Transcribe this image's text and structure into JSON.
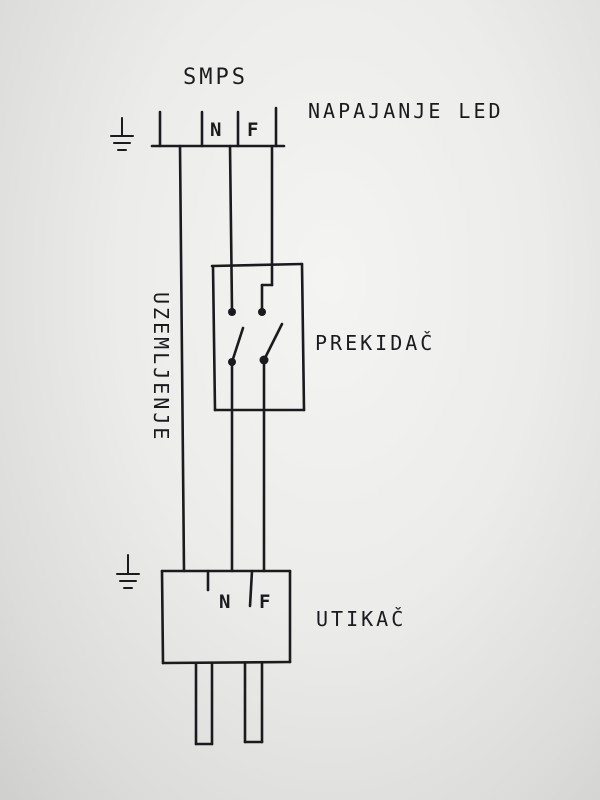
{
  "smps": {
    "title": "SMPS",
    "terminal_n": "N",
    "terminal_f": "F",
    "description": "NAPAJANJE LED"
  },
  "switch": {
    "label": "PREKIDAČ"
  },
  "wire": {
    "ground_label": "UZEMLJENJE"
  },
  "outlet": {
    "terminal_n": "N",
    "terminal_f": "F",
    "label": "UTIKAČ"
  }
}
